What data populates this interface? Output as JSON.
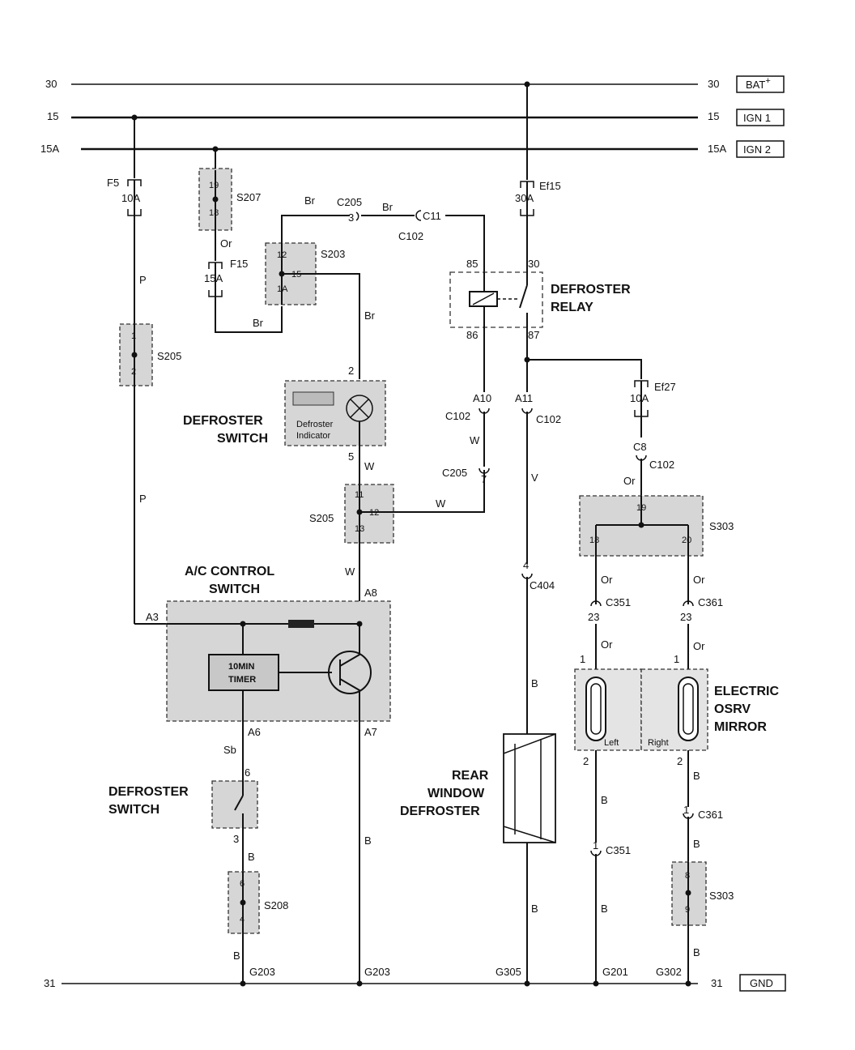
{
  "rails": {
    "r30": {
      "left": "30",
      "right": "30",
      "tag": "BAT",
      "tag_sup": "+"
    },
    "r15": {
      "left": "15",
      "right": "15",
      "tag": "IGN 1"
    },
    "r15a": {
      "left": "15A",
      "right": "15A",
      "tag": "IGN 2"
    },
    "r31": {
      "left": "31",
      "right": "31",
      "tag": "GND"
    }
  },
  "fuses": {
    "f5": {
      "name": "F5",
      "rating": "10A"
    },
    "f15": {
      "name": "F15",
      "rating": "15A"
    },
    "ef15": {
      "name": "Ef15",
      "rating": "30A"
    },
    "ef27": {
      "name": "Ef27",
      "rating": "10A"
    }
  },
  "splices": {
    "s207": {
      "name": "S207",
      "top": "19",
      "bottom": "18"
    },
    "s203": {
      "name": "S203",
      "top": "12",
      "mid": "15",
      "bottom": "1A"
    },
    "s205_left": {
      "name": "S205",
      "top": "1",
      "bottom": "2"
    },
    "s205_mid": {
      "name": "S205",
      "top": "11",
      "mid": "12",
      "bottom": "13"
    },
    "s303_top": {
      "name": "S303",
      "top": "19",
      "left": "18",
      "right": "20"
    },
    "s208": {
      "name": "S208",
      "top": "6",
      "bottom": "4"
    },
    "s303_bottom": {
      "name": "S303",
      "top": "8",
      "bottom": "9"
    }
  },
  "connectors": {
    "c205_top": {
      "name": "C205",
      "pin": "3"
    },
    "c11": {
      "name": "C11"
    },
    "c102_top": {
      "name": "C102"
    },
    "c102_a10": {
      "name": "C102",
      "pin": "A10"
    },
    "c102_a11": {
      "name": "C102",
      "pin": "A11"
    },
    "c205_mid": {
      "name": "C205",
      "pin": "7"
    },
    "c102_c8": {
      "name": "C102",
      "pin": "C8"
    },
    "c404": {
      "name": "C404",
      "pin": "4"
    },
    "c351_top": {
      "name": "C351",
      "pin": "23"
    },
    "c361_top": {
      "name": "C361",
      "pin": "23"
    },
    "c361_bottom": {
      "name": "C361",
      "pin": "1"
    },
    "c351_bottom": {
      "name": "C351",
      "pin": "1"
    }
  },
  "wire_colors": {
    "p1": "P",
    "p2": "P",
    "br1": "Br",
    "br2": "Br",
    "br3": "Br",
    "br4": "Br",
    "or1": "Or",
    "w1": "W",
    "w2": "W",
    "w3": "W",
    "w4": "W",
    "v1": "V",
    "sb1": "Sb",
    "b1": "B",
    "b2": "B",
    "b3": "B",
    "b4": "B",
    "b5": "B",
    "b6": "B",
    "b7": "B",
    "b8": "B",
    "b9": "B",
    "b10": "B",
    "or2": "Or",
    "or3": "Or",
    "or4": "Or",
    "or5": "Or",
    "or6": "Or"
  },
  "components": {
    "relay": {
      "line1": "DEFROSTER",
      "line2": "RELAY",
      "p85": "85",
      "p86": "86",
      "p30": "30",
      "p87": "87"
    },
    "defroster_switch_top": {
      "line1": "DEFROSTER",
      "line2": "SWITCH",
      "indicator1": "Defroster",
      "indicator2": "Indicator",
      "pin_top": "2",
      "pin_bottom": "5"
    },
    "ac_control": {
      "line1": "A/C CONTROL",
      "line2": "SWITCH",
      "timer1": "10MIN",
      "timer2": "TIMER",
      "a3": "A3",
      "a8": "A8",
      "a6": "A6",
      "a7": "A7"
    },
    "defroster_switch_bottom": {
      "line1": "DEFROSTER",
      "line2": "SWITCH",
      "pin_top": "6",
      "pin_bottom": "3"
    },
    "rear_window": {
      "line1": "REAR",
      "line2": "WINDOW",
      "line3": "DEFROSTER"
    },
    "mirror": {
      "line1": "ELECTRIC",
      "line2": "OSRV",
      "line3": "MIRROR",
      "left": "Left",
      "right": "Right",
      "pin1a": "1",
      "pin1b": "1",
      "pin2a": "2",
      "pin2b": "2"
    }
  },
  "grounds": {
    "g203a": "G203",
    "g203b": "G203",
    "g305": "G305",
    "g201": "G201",
    "g302": "G302"
  }
}
